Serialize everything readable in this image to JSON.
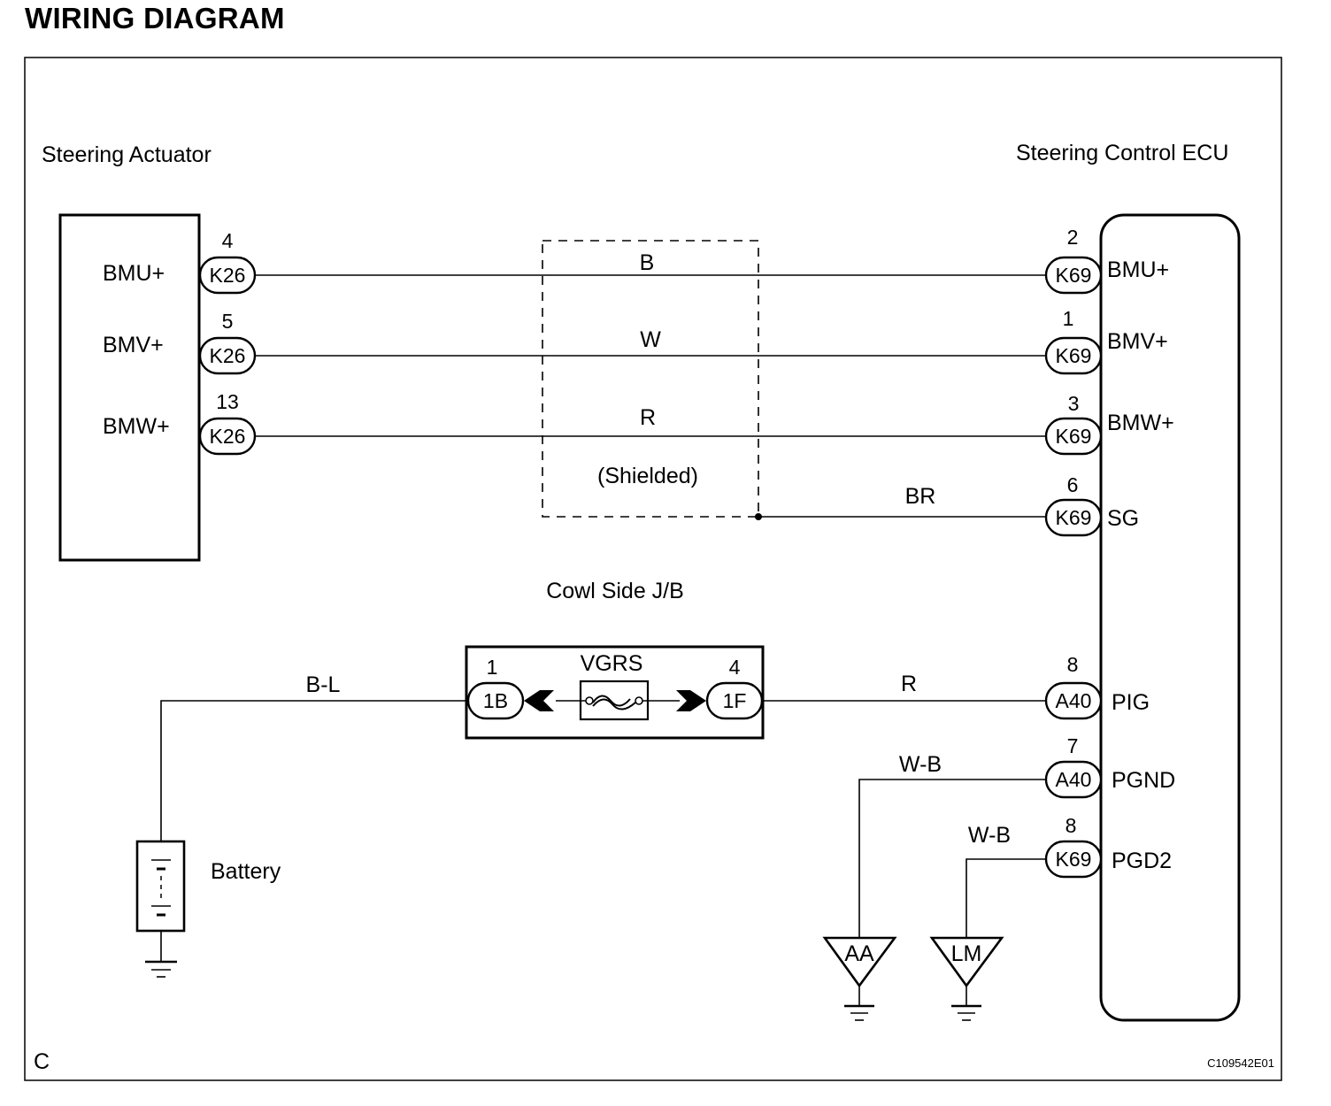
{
  "title": "WIRING DIAGRAM",
  "components": {
    "actuator": {
      "name": "Steering Actuator",
      "pins": [
        "BMU+",
        "BMV+",
        "BMW+"
      ]
    },
    "ecu": {
      "name": "Steering Control ECU",
      "pins": [
        "BMU+",
        "BMV+",
        "BMW+",
        "SG",
        "PIG",
        "PGND",
        "PGD2"
      ]
    },
    "junction_block": {
      "name": "Cowl Side J/B",
      "fuse": "VGRS"
    },
    "battery": {
      "name": "Battery"
    }
  },
  "connectors": {
    "k26": "K26",
    "k69": "K69",
    "a40": "A40",
    "jb_1b": "1B",
    "jb_1f": "1F"
  },
  "pin_numbers": {
    "k26_bmu": "4",
    "k26_bmv": "5",
    "k26_bmw": "13",
    "k69_bmu": "2",
    "k69_bmv": "1",
    "k69_bmw": "3",
    "k69_sg": "6",
    "a40_pig": "8",
    "a40_pgnd": "7",
    "k69_pgd2": "8",
    "jb_1b": "1",
    "jb_1f": "4"
  },
  "wire_colors": {
    "bmu": "B",
    "bmv": "W",
    "bmw": "R",
    "sg": "BR",
    "battery_feed": "B-L",
    "pig": "R",
    "pgnd": "W-B",
    "pgd2": "W-B"
  },
  "shield_label": "(Shielded)",
  "grounds": {
    "aa": "AA",
    "lm": "LM"
  },
  "corner_letter": "C",
  "figure_code": "C109542E01"
}
